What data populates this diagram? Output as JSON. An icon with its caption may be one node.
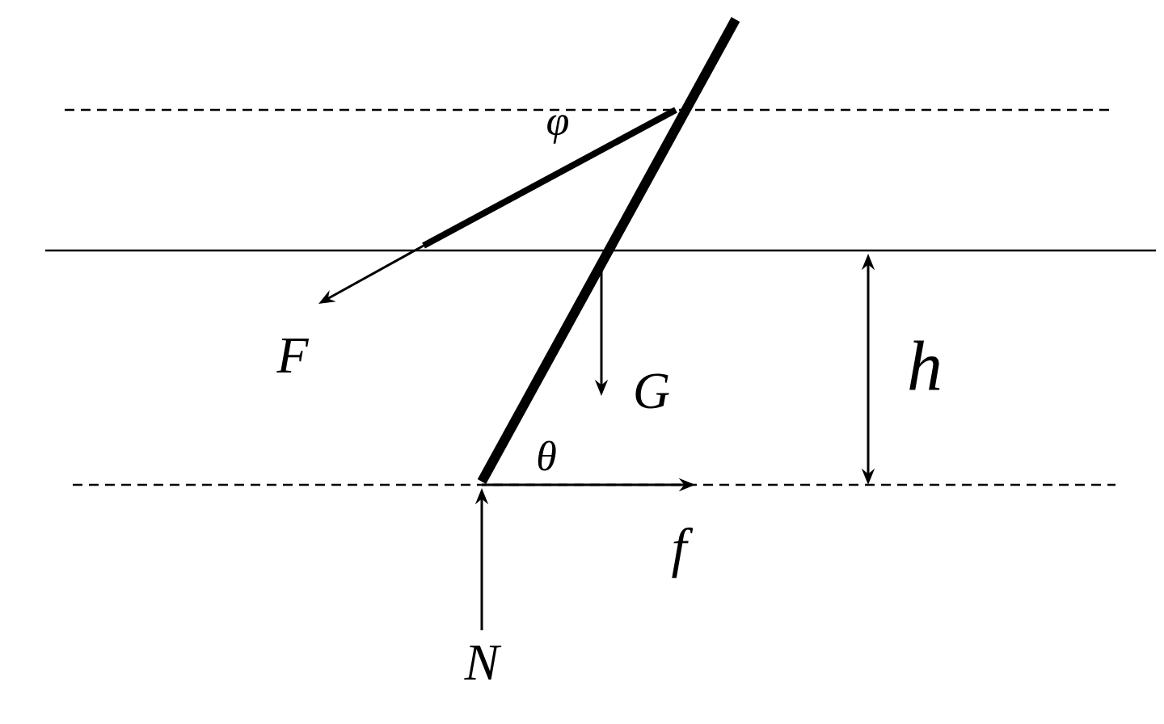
{
  "diagram": {
    "labels": [
      "φ",
      "F",
      "h",
      "G",
      "θ",
      "f",
      "N"
    ]
  }
}
